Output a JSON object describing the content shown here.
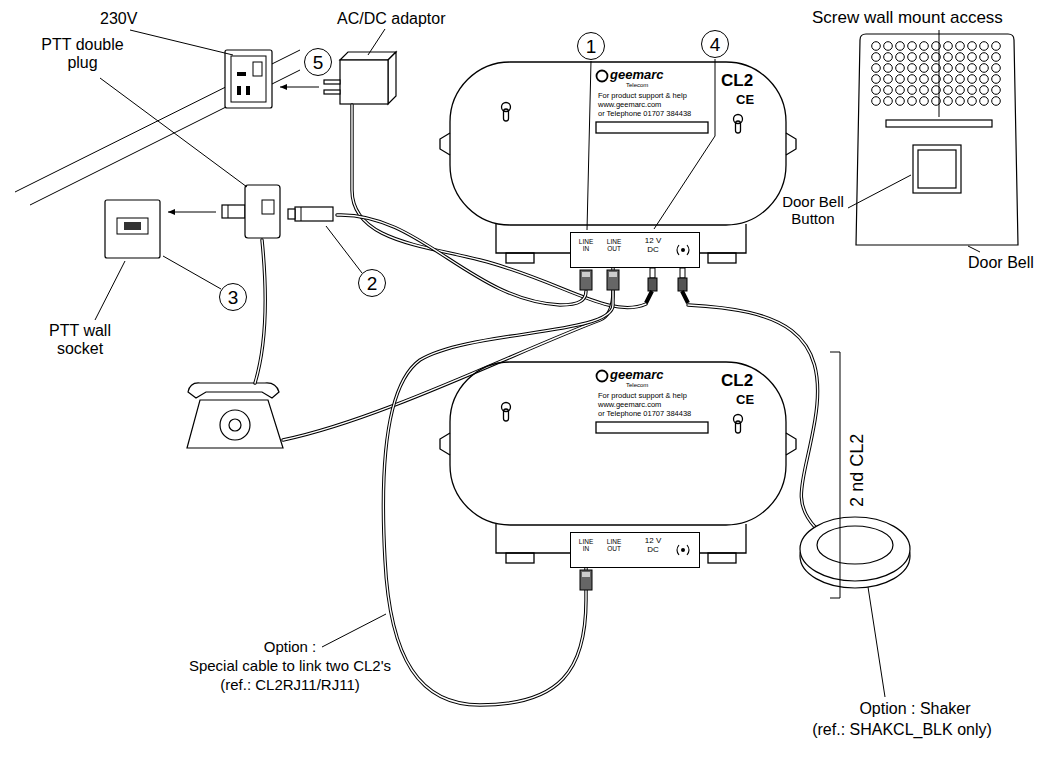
{
  "diagram": {
    "nodes": [
      {
        "text": [
          "1"
        ]
      },
      {
        "text": [
          "4"
        ]
      },
      {
        "text": [
          "5"
        ]
      },
      {
        "text": [
          "geemarc",
          "Telecom",
          "CL2",
          "For product support & help",
          "www.geemarc.com",
          "or Telephone 01707 384438",
          "CE"
        ]
      },
      {
        "text": [
          "LINE IN",
          "LINE OUT",
          "12 V DC"
        ],
        "in": 3
      },
      {
        "text": [
          "2"
        ]
      },
      {
        "text": [
          "3"
        ]
      },
      {
        "text": [
          "geemarc",
          "Telecom",
          "CL2",
          "For product support & help",
          "www.geemarc.com",
          "or Telephone 01707 384438",
          "CE"
        ]
      },
      {
        "text": [
          "LINE IN",
          "LINE OUT",
          "12 V DC"
        ],
        "in": 7
      }
    ],
    "edges": [
      {
        "from": 4,
        "to": 8,
        "arrow": "none"
      }
    ],
    "labels": [
      "Screw wall mount access",
      "230V",
      "AC/DC adaptor",
      "PTT double plug",
      "Door Bell Button",
      "Door Bell",
      "PTT wall socket",
      "2 nd CL2",
      "Option :",
      "Special cable to link two CL2's",
      "(ref.: CL2RJ11/RJ11)",
      "Option : Shaker",
      "(ref.: SHAKCL_BLK only)"
    ]
  }
}
